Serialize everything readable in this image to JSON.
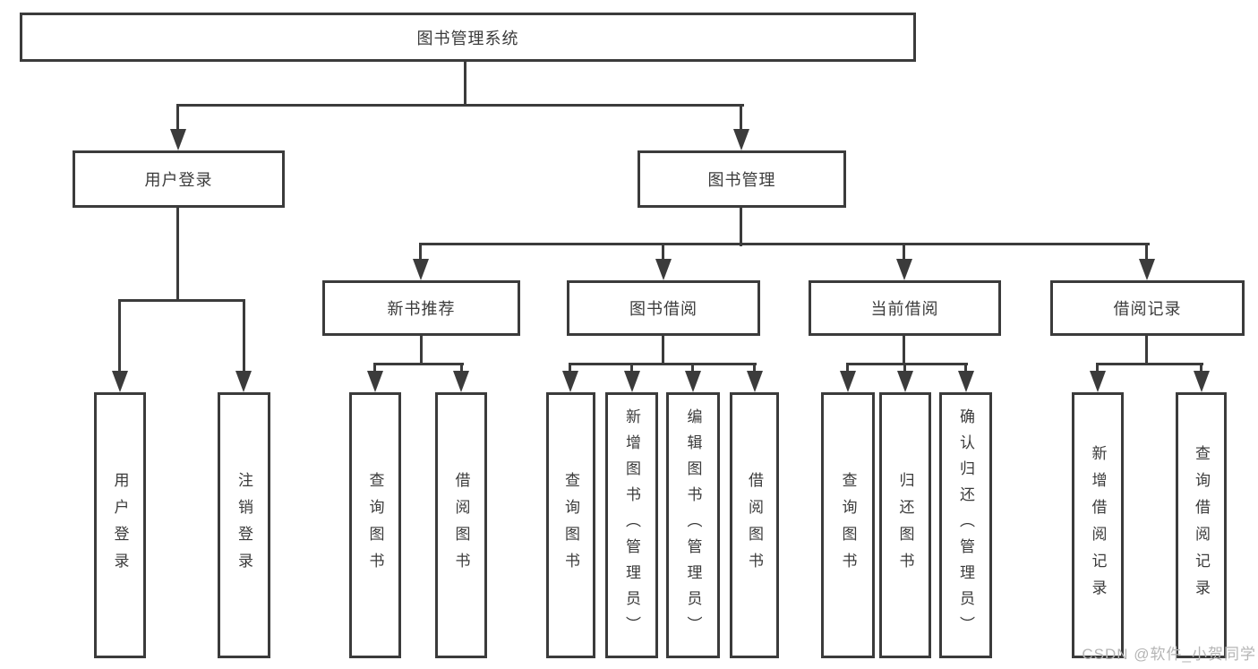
{
  "title_box": {
    "label": "图书管理系统"
  },
  "branches": {
    "user_login": {
      "label": "用户登录",
      "children": [
        {
          "label": "用户登录"
        },
        {
          "label": "注销登录"
        }
      ]
    },
    "book_management": {
      "label": "图书管理",
      "children": [
        {
          "label": "新书推荐",
          "children": [
            {
              "label": "查询图书"
            },
            {
              "label": "借阅图书"
            }
          ]
        },
        {
          "label": "图书借阅",
          "children": [
            {
              "label": "查询图书"
            },
            {
              "label": "新增图书（管理员）"
            },
            {
              "label": "编辑图书（管理员）"
            },
            {
              "label": "借阅图书"
            }
          ]
        },
        {
          "label": "当前借阅",
          "children": [
            {
              "label": "查询图书"
            },
            {
              "label": "归还图书"
            },
            {
              "label": "确认归还（管理员）"
            }
          ]
        },
        {
          "label": "借阅记录",
          "children": [
            {
              "label": "新增借阅记录"
            },
            {
              "label": "查询借阅记录"
            }
          ]
        }
      ]
    }
  },
  "watermark": "CSDN @软件_小贺同学",
  "colors": {
    "line": "#3b3b3b",
    "text": "#3b3b3b",
    "watermark_text": "#b5b5b5",
    "background": "#ffffff"
  }
}
